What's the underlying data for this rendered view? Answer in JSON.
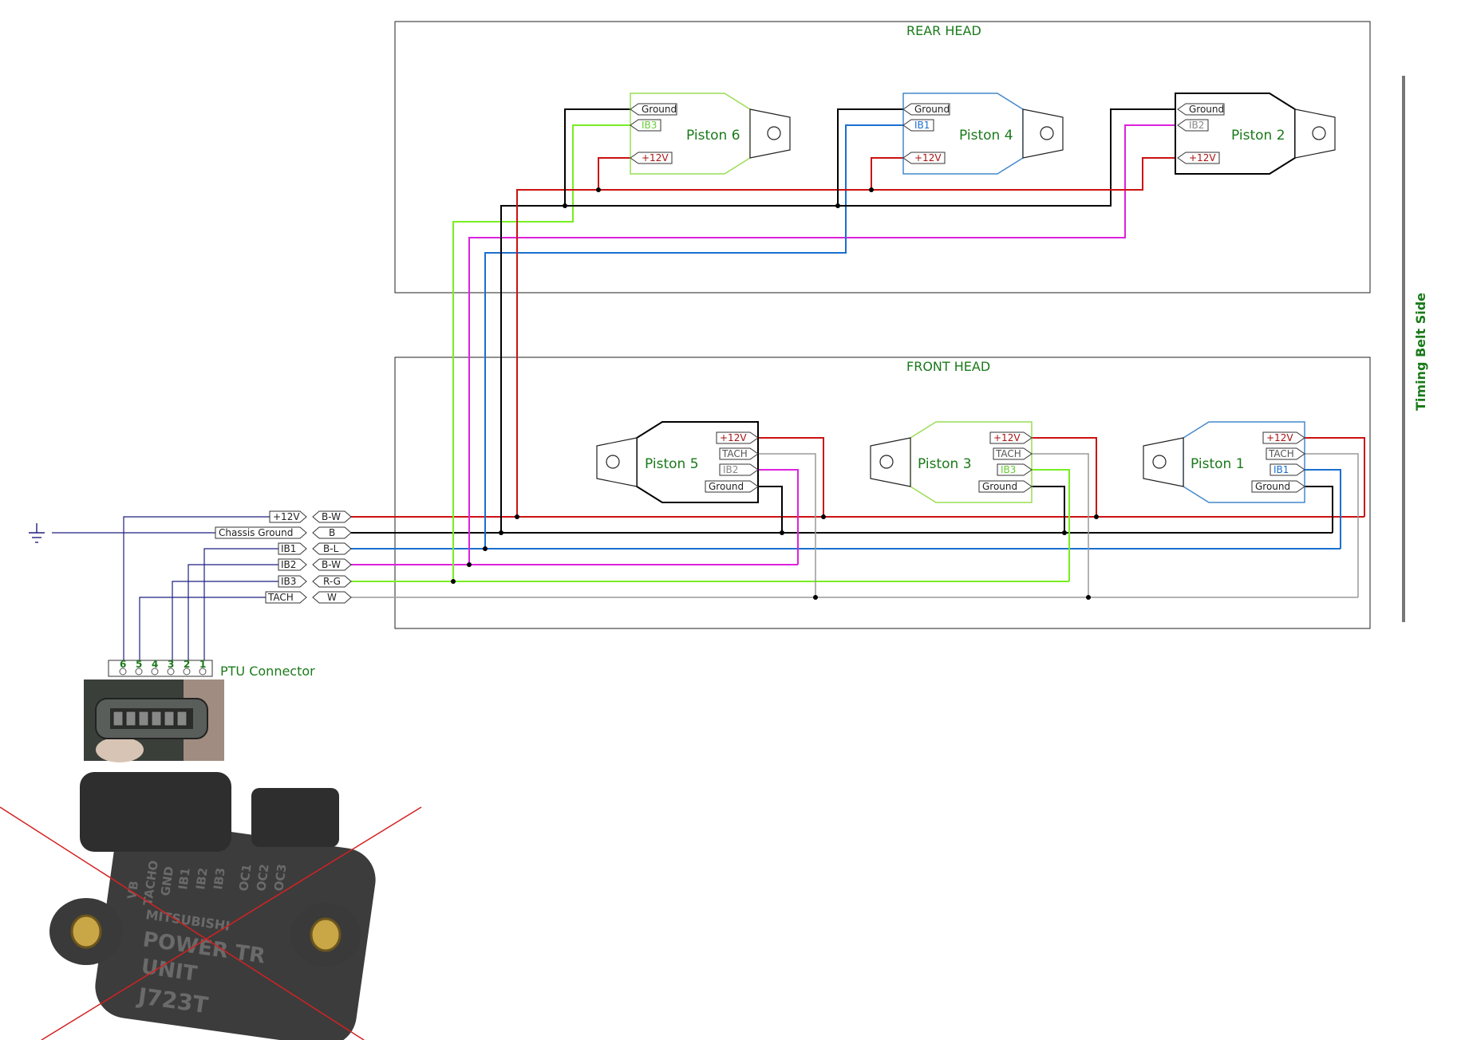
{
  "sections": {
    "rear_head": "REAR HEAD",
    "front_head": "FRONT HEAD",
    "timing_side": "Timing Belt Side"
  },
  "coils": [
    {
      "name": "Piston 6",
      "pins": [
        "Ground",
        "IB3",
        "+12V"
      ],
      "outline": "#99dd55"
    },
    {
      "name": "Piston 4",
      "pins": [
        "Ground",
        "IB1",
        "+12V"
      ],
      "outline": "#4488cc"
    },
    {
      "name": "Piston 2",
      "pins": [
        "Ground",
        "IB2",
        "+12V"
      ],
      "outline": "#000000"
    },
    {
      "name": "Piston 5",
      "pins": [
        "+12V",
        "TACH",
        "IB2",
        "Ground"
      ],
      "outline": "#000000"
    },
    {
      "name": "Piston 3",
      "pins": [
        "+12V",
        "TACH",
        "IB3",
        "Ground"
      ],
      "outline": "#99dd55"
    },
    {
      "name": "Piston 1",
      "pins": [
        "+12V",
        "TACH",
        "IB1",
        "Ground"
      ],
      "outline": "#4488cc"
    }
  ],
  "harness": [
    {
      "signal": "+12V",
      "wire": "B-W",
      "color": "#cc1111"
    },
    {
      "signal": "Chassis Ground",
      "wire": "B",
      "color": "#000000"
    },
    {
      "signal": "IB1",
      "wire": "B-L",
      "color": "#1a6fd0"
    },
    {
      "signal": "IB2",
      "wire": "B-W",
      "color": "#dd22dd"
    },
    {
      "signal": "IB3",
      "wire": "R-G",
      "color": "#77ee22"
    },
    {
      "signal": "TACH",
      "wire": "W",
      "color": "#9a9a9a"
    }
  ],
  "connector": {
    "label": "PTU Connector",
    "pins": [
      "6",
      "5",
      "4",
      "3",
      "2",
      "1"
    ]
  },
  "ptu_unit": {
    "pin_labels": [
      "VB",
      "TACHO",
      "GND",
      "IB1",
      "IB2",
      "IB3",
      "OC1",
      "OC2",
      "OC3"
    ],
    "brand": "MITSUBISHI",
    "text_line1": "POWER TR",
    "text_line2": "UNIT",
    "model": "J723T"
  }
}
